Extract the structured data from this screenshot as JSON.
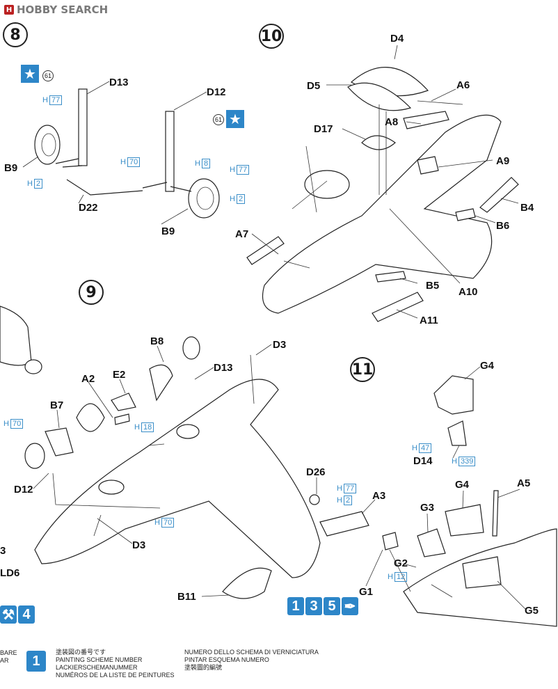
{
  "watermark": "HOBBY SEARCH",
  "watermark_logo": "H",
  "steps": {
    "s8": "8",
    "s9": "9",
    "s10": "10",
    "s11": "11"
  },
  "part_tag": "61",
  "labels": {
    "D13a": "D13",
    "D12a": "D12",
    "B9a": "B9",
    "B9b": "B9",
    "D22": "D22",
    "D4": "D4",
    "D5": "D5",
    "A6": "A6",
    "A8": "A8",
    "D17": "D17",
    "A9": "A9",
    "B4": "B4",
    "B6": "B6",
    "A7": "A7",
    "B5": "B5",
    "A10": "A10",
    "A11": "A11",
    "B8": "B8",
    "D3a": "D3",
    "D13b": "D13",
    "A2": "A2",
    "E2": "E2",
    "B7": "B7",
    "D12b": "D12",
    "D3b": "D3",
    "D26": "D26",
    "A3": "A3",
    "B11": "B11",
    "LD6": "LD6",
    "G4a": "G4",
    "D14": "D14",
    "G4b": "G4",
    "A5": "A5",
    "G3": "G3",
    "G2": "G2",
    "G1": "G1",
    "G5": "G5",
    "edge3": "3"
  },
  "paints": {
    "p_H77a": {
      "code": "H",
      "num": "77"
    },
    "p_H2a": {
      "code": "H",
      "num": "2"
    },
    "p_H70a": {
      "code": "H",
      "num": "70"
    },
    "p_H8": {
      "code": "H",
      "num": "8"
    },
    "p_H77b": {
      "code": "H",
      "num": "77"
    },
    "p_H2b": {
      "code": "H",
      "num": "2"
    },
    "p_H70b": {
      "code": "H",
      "num": "70"
    },
    "p_H18": {
      "code": "H",
      "num": "18"
    },
    "p_H70c": {
      "code": "H",
      "num": "70"
    },
    "p_H77c": {
      "code": "H",
      "num": "77"
    },
    "p_H2c": {
      "code": "H",
      "num": "2"
    },
    "p_H47": {
      "code": "H",
      "num": "47"
    },
    "p_H339": {
      "code": "H",
      "num": "339"
    },
    "p_H12": {
      "code": "H",
      "num": "12"
    }
  },
  "scheme_left": [
    "⚒",
    "4"
  ],
  "scheme_right": [
    "1",
    "3",
    "5",
    "✒"
  ],
  "legend": {
    "icon": "1",
    "left": [
      "BARE",
      "AR"
    ],
    "middle": [
      "塗装図の番号です",
      "PAINTING SCHEME NUMBER",
      "LACKIERSCHEMANUMMER",
      "NUMÉROS DE LA LISTE DE PEINTURES"
    ],
    "right": [
      "NUMERO DELLO SCHEMA DI VERNICIATURA",
      "PINTAR ESQUEMA NUMERO",
      "塗裝圖的編號"
    ]
  },
  "colors": {
    "accent_blue": "#2d86c8",
    "paint_code_blue": "#3a8ec8"
  }
}
